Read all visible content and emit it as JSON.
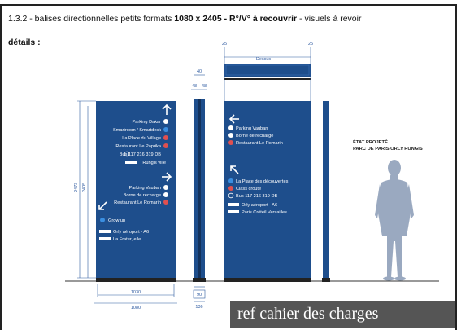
{
  "title": {
    "prefix": "1.3.2 - balises directionnelles petits formats",
    "dims": "1080 x 2405 - R°/V° à recouvrir",
    "suffix": "- visuels à revoir"
  },
  "details_label": "détails :",
  "dimensions": {
    "total_height": "2473",
    "panel_height": "2405",
    "panel_width": "1030",
    "base_width": "1080",
    "depth_top": "40",
    "depth_left": "48",
    "depth_right": "48",
    "side_90": "90",
    "side_136": "136",
    "top_left": "25",
    "top_right": "25",
    "top_label": "Dessus"
  },
  "front_sign": {
    "group1": [
      {
        "label": "Parking Dakar",
        "icon": "parking-icon"
      },
      {
        "label": "Smartroom / Smartdesk",
        "icon": "dot-icon"
      },
      {
        "label": "La Place du Village",
        "icon": "dot-icon"
      },
      {
        "label": "Restaurant Le Paprika",
        "icon": "restaurant-icon"
      },
      {
        "label": "Bus 117 216 319 DB",
        "icon": "bus-icon"
      },
      {
        "label": "Rungis ville",
        "icon": "route-badge"
      }
    ],
    "group2": [
      {
        "label": "Parking Vauban",
        "icon": "parking-icon"
      },
      {
        "label": "Borne de recharge",
        "icon": "charging-icon"
      },
      {
        "label": "Restaurant Le Romarin",
        "icon": "restaurant-icon"
      }
    ],
    "group3": [
      {
        "label": "Grow up",
        "icon": "dot-icon"
      },
      {
        "label": "Orly aéroport - A6",
        "icon": "route-badge"
      },
      {
        "label": "La Frater, elle",
        "icon": "route-badge"
      }
    ]
  },
  "back_sign": {
    "group1": [
      {
        "label": "Parking Vauban",
        "icon": "parking-icon"
      },
      {
        "label": "Borne de recharge",
        "icon": "charging-icon"
      },
      {
        "label": "Restaurant Le Romarin",
        "icon": "restaurant-icon"
      }
    ],
    "group2": [
      {
        "label": "La Place des découvertes",
        "icon": "dot-icon"
      },
      {
        "label": "Class croute",
        "icon": "restaurant-icon"
      },
      {
        "label": "Bus 117 216 319 DB",
        "icon": "bus-icon"
      },
      {
        "label": "Orly aéroport - A6",
        "icon": "route-badge"
      },
      {
        "label": "Paris Créteil Versailles",
        "icon": "route-badge"
      }
    ]
  },
  "etat_line1": "ÉTAT PROJETÉ",
  "etat_line2": "PARC DE PARIS ORLY RUNGIS",
  "ref_caption": "ref cahier des charges",
  "colors": {
    "sign_blue": "#1e4e8c",
    "dimension_blue": "#2e5aa0",
    "person_grey": "#9aa9c0"
  }
}
